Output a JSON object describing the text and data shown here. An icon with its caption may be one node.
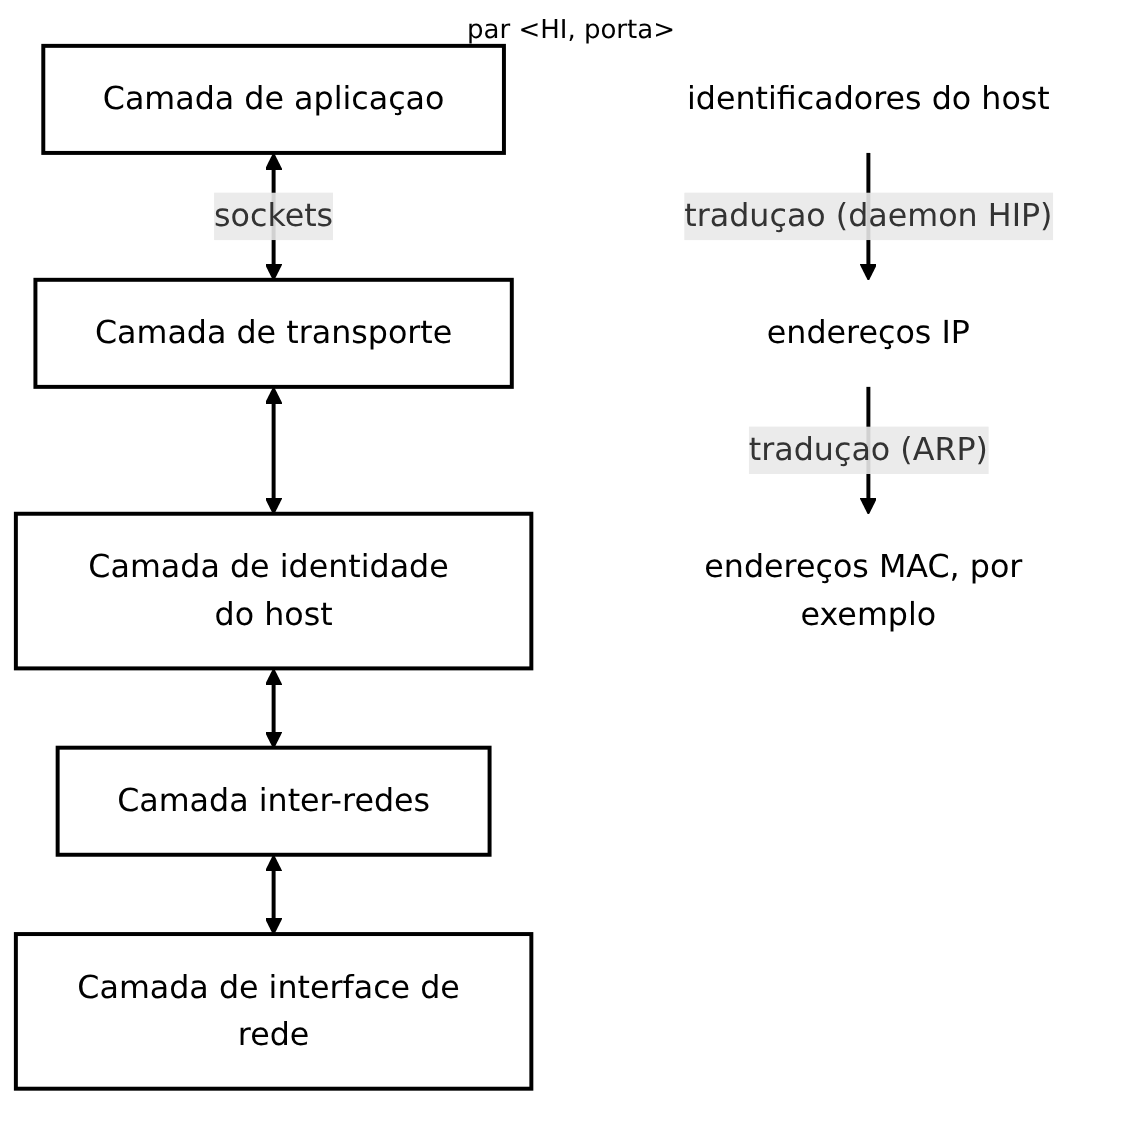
{
  "diagram": {
    "nodes": [
      {
        "text": [
          "Camada de aplicaçao"
        ]
      },
      {
        "text": [
          "Camada de transporte"
        ]
      },
      {
        "text": [
          "Camada de identidade do host"
        ]
      },
      {
        "text": [
          "Camada inter-redes"
        ]
      },
      {
        "text": [
          "Camada de interface de rede"
        ]
      },
      {
        "text": [
          "identificadores do host"
        ]
      },
      {
        "text": [
          "endereços IP"
        ]
      },
      {
        "text": [
          "endereços MAC, por exemplo"
        ]
      }
    ],
    "edges": [
      {
        "from": 0,
        "to": 1,
        "arrow": "both",
        "label": "sockets"
      },
      {
        "from": 1,
        "to": 2,
        "arrow": "both"
      },
      {
        "from": 2,
        "to": 3,
        "arrow": "both"
      },
      {
        "from": 3,
        "to": 4,
        "arrow": "both"
      },
      {
        "from": 5,
        "to": 6,
        "arrow": "to",
        "label": "traduçao (daemon HIP)"
      },
      {
        "from": 6,
        "to": 7,
        "arrow": "to",
        "label": "traduçao (ARP)"
      }
    ],
    "labels": [
      "par <HI, porta>"
    ]
  }
}
